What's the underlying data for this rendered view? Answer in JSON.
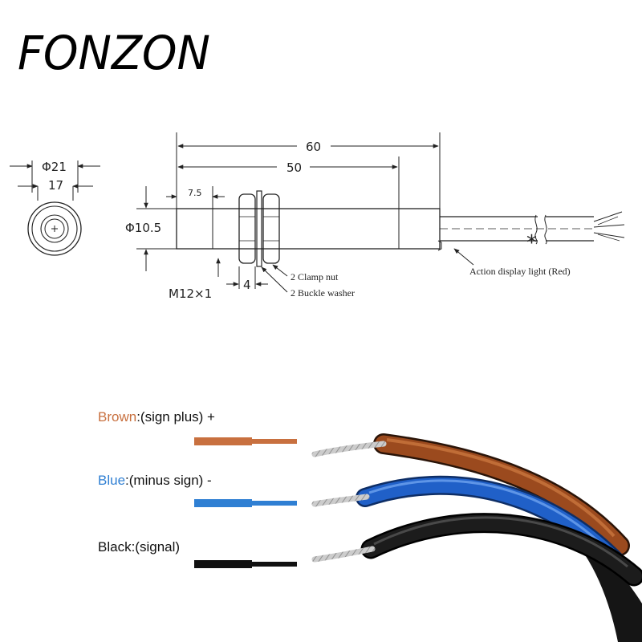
{
  "brand": {
    "name": "FONZON"
  },
  "drawing": {
    "dim_total_length": "60",
    "dim_thread_length": "50",
    "dim_head_length": "7.5",
    "dim_body_diameter": "Φ10.5",
    "dim_outer_diameter": "Φ21",
    "dim_inner_diameter": "17",
    "dim_thread": "M12×1",
    "dim_nut_width": "4",
    "label_clamp_nut": "2 Clamp nut",
    "label_buckle_washer": "2 Buckle washer",
    "label_indicator": "Action display light (Red)",
    "asterisk": "*"
  },
  "wiring": {
    "wires": [
      {
        "color_name": "Brown",
        "rest": ":(sign plus) +",
        "color": "#c8703f",
        "name_color": "#c8703f"
      },
      {
        "color_name": "Blue",
        "rest": ":(minus sign) -",
        "color": "#2f7fd3",
        "name_color": "#2f7fd3"
      },
      {
        "color_name": "Black",
        "rest": ":(signal)",
        "color": "#111111",
        "name_color": "#111111"
      }
    ]
  }
}
